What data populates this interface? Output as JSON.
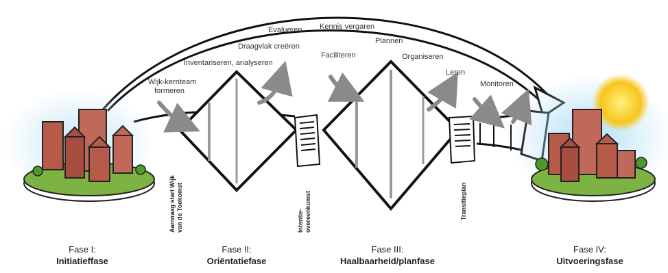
{
  "labels": {
    "wijk_kernteam_line1": "Wijk-kernteam",
    "wijk_kernteam_line2": "formeren",
    "inventariseren": "Inventariseren, analyseren",
    "draagvlak": "Draagvlak creëren",
    "evalueren": "Evalueren",
    "kennis": "Kennis vergaren",
    "faciliteren": "Faciliteren",
    "plannen": "Plannen",
    "organiseren": "Organiseren",
    "leren": "Leren",
    "monitoren": "Monitoren"
  },
  "vertical_labels": {
    "aanvraag_line1": "Aanvraag start Wijk",
    "aanvraag_line2": "van de Toekomst",
    "intentie_line1": "Intentie-",
    "intentie_line2": "overeenkomst",
    "transitieplan": "Transitieplan"
  },
  "phases": [
    {
      "number": "Fase I:",
      "title": "Initiatieffase"
    },
    {
      "number": "Fase II:",
      "title": "Oriëntatiefase"
    },
    {
      "number": "Fase III:",
      "title": "Haalbaarheid/planfase"
    },
    {
      "number": "Fase IV:",
      "title": "Uitvoeringsfase"
    }
  ]
}
